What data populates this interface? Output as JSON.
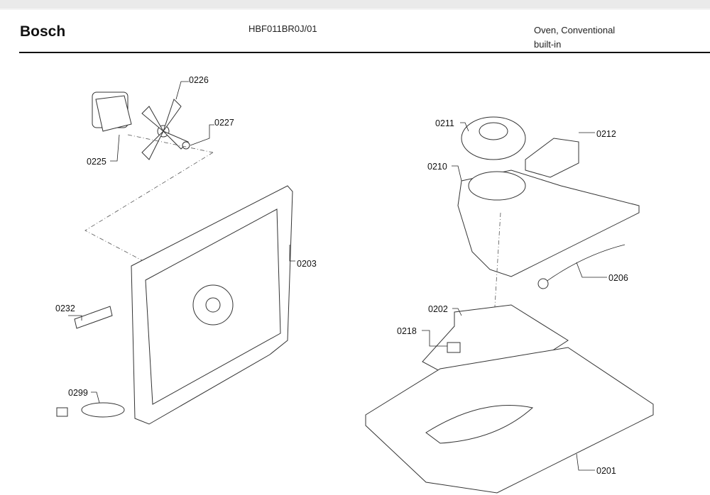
{
  "header": {
    "brand": "Bosch",
    "model": "HBF011BR0J/01",
    "type_line1": "Oven, Conventional",
    "type_line2": "built-in"
  },
  "parts": [
    {
      "id": "0226"
    },
    {
      "id": "0227"
    },
    {
      "id": "0225"
    },
    {
      "id": "0203"
    },
    {
      "id": "0232"
    },
    {
      "id": "0299"
    },
    {
      "id": "0211"
    },
    {
      "id": "0212"
    },
    {
      "id": "0210"
    },
    {
      "id": "0206"
    },
    {
      "id": "0202"
    },
    {
      "id": "0218"
    },
    {
      "id": "0201"
    }
  ]
}
